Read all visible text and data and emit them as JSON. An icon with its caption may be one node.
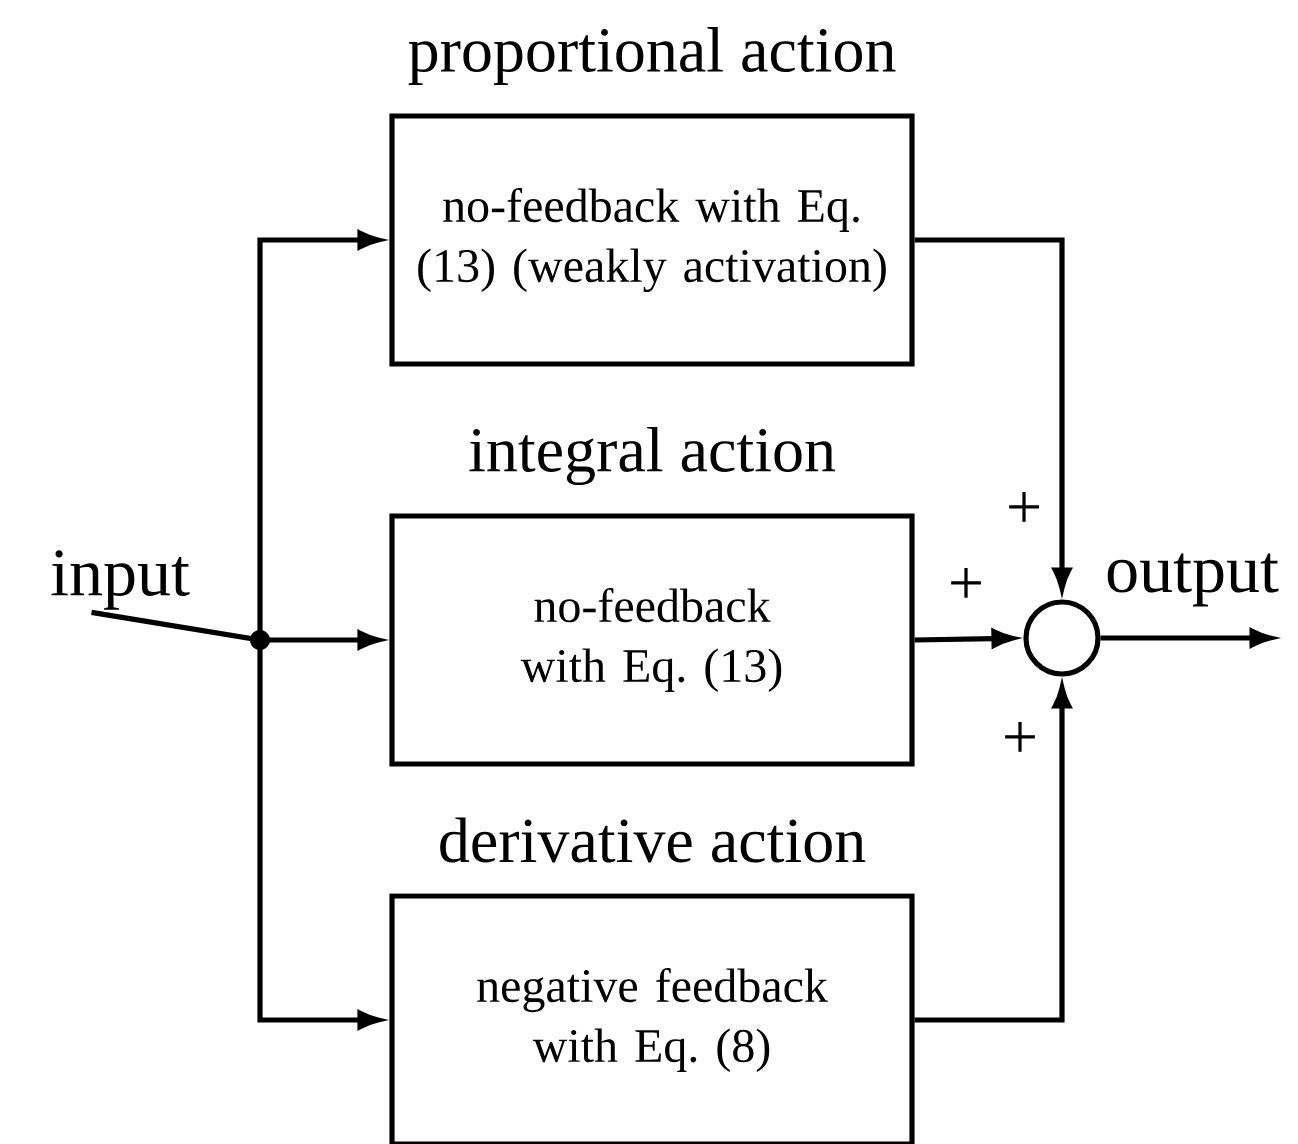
{
  "diagram": {
    "nodes": [
      {
        "text": [
          "input"
        ]
      },
      {
        "text": [],
        "shape": "circle"
      },
      {
        "text": [
          "proportional action",
          "no-feedback with Eq. (13) (weakly activation)"
        ]
      },
      {
        "text": [
          "integral action",
          "no-feedback with Eq. (13)"
        ]
      },
      {
        "text": [
          "derivative action",
          "negative feedback with Eq. (8)"
        ]
      },
      {
        "text": [],
        "shape": "circle"
      },
      {
        "text": [
          "output"
        ]
      }
    ],
    "edges": [
      {
        "from": 0,
        "to": 1,
        "arrow": "none"
      },
      {
        "from": 1,
        "to": 2,
        "arrow": "to"
      },
      {
        "from": 1,
        "to": 3,
        "arrow": "to"
      },
      {
        "from": 1,
        "to": 4,
        "arrow": "to"
      },
      {
        "from": 2,
        "to": 5,
        "arrow": "to",
        "label": "+"
      },
      {
        "from": 3,
        "to": 5,
        "arrow": "to",
        "label": "+"
      },
      {
        "from": 4,
        "to": 5,
        "arrow": "to",
        "label": "+"
      },
      {
        "from": 5,
        "to": 6,
        "arrow": "to"
      }
    ]
  }
}
